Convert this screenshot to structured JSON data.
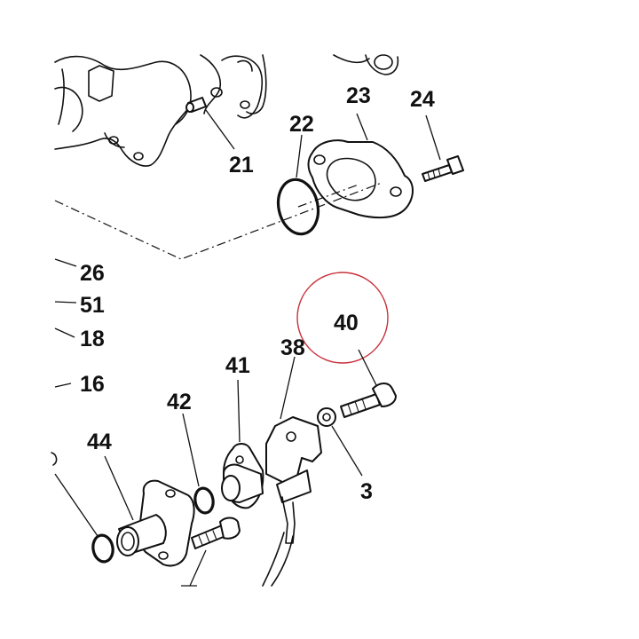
{
  "diagram": {
    "callouts": [
      "21",
      "22",
      "23",
      "24",
      "26",
      "51",
      "18",
      "16",
      "40",
      "38",
      "41",
      "42",
      "44",
      "3"
    ],
    "highlight_color": "#c8303a",
    "line_color": "#111111",
    "background": "#ffffff"
  }
}
